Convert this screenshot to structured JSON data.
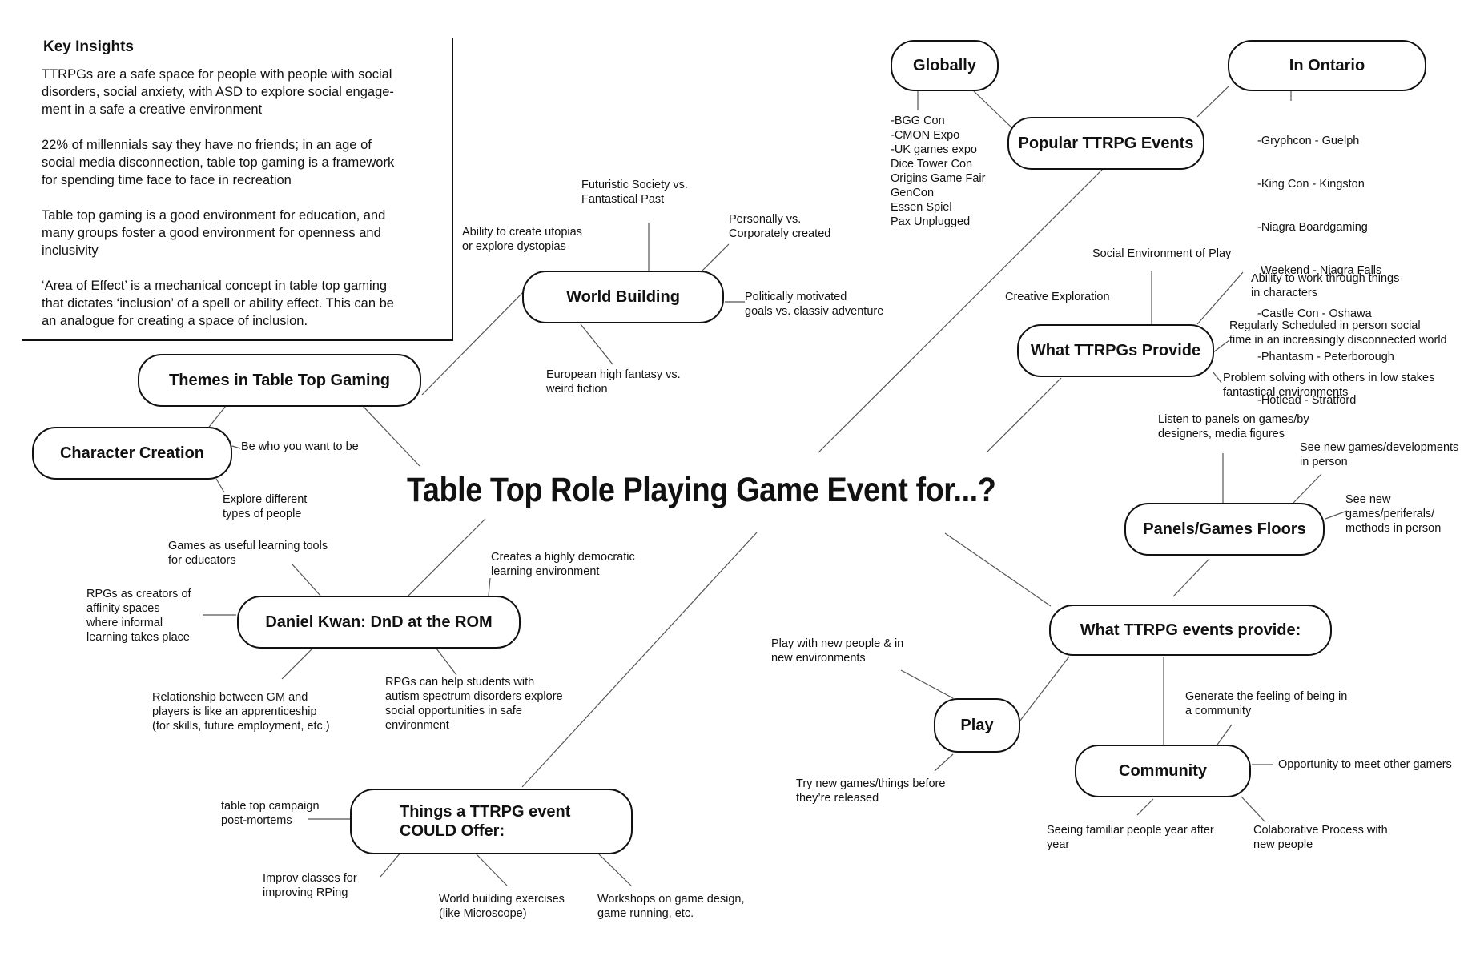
{
  "key_insights": {
    "heading": "Key Insights",
    "paragraphs": [
      [
        "TTRPGs are a safe space for people with people with social",
        "disorders, social anxiety, with ASD to explore social engage-",
        "ment in a safe a creative environment"
      ],
      [
        "22% of millennials say they have no friends; in an age of",
        "social media disconnection, table top gaming is a framework",
        "for spending time face to face in recreation"
      ],
      [
        "Table top gaming is a good environment for education, and",
        "many groups foster a good environment for openness and",
        "inclusivity"
      ],
      [
        "‘Area of Effect’ is a mechanical concept in table top gaming",
        "that dictates ‘inclusion’ of a spell or ability effect. This can be",
        "an analogue for creating a space of inclusion."
      ]
    ]
  },
  "central_title": "Table Top Role Playing Game Event for...?",
  "nodes": {
    "themes": "Themes in Table Top Gaming",
    "character_creation": "Character Creation",
    "world_building": "World Building",
    "daniel_kwan": "Daniel Kwan: DnD at the ROM",
    "things_could_offer": [
      "Things a TTRPG event",
      "COULD Offer:"
    ],
    "popular_events": "Popular TTRPG Events",
    "globally": "Globally",
    "in_ontario": "In Ontario",
    "what_ttrpgs_provide": "What TTRPGs Provide",
    "panels_floors": "Panels/Games Floors",
    "what_events_provide": "What TTRPG events provide:",
    "play": "Play",
    "community": "Community"
  },
  "labels": {
    "futuristic": [
      "Futuristic Society vs.",
      "Fantastical Past"
    ],
    "utopias": [
      "Ability to create utopias",
      "or explore dystopias"
    ],
    "personally": [
      "Personally vs.",
      "Corporately created"
    ],
    "politically": [
      "Politically motivated",
      "goals vs. classiv adventure"
    ],
    "european": [
      "European high fantasy vs.",
      "weird fiction"
    ],
    "be_who": [
      "Be who you want to be"
    ],
    "explore_people": [
      "Explore different",
      "types of people"
    ],
    "learning_tools": [
      "Games as useful learning tools",
      "for educators"
    ],
    "democratic": [
      "Creates a highly democratic",
      "learning environment"
    ],
    "affinity": [
      "RPGs as creators of",
      "affinity spaces",
      "where informal",
      "learning takes place"
    ],
    "gm_players": [
      "Relationship between GM and",
      "players is like an apprenticeship",
      "(for skills, future employment, etc.)"
    ],
    "autism": [
      "RPGs can help students with",
      "autism spectrum disorders explore",
      "social opportunities in safe",
      "environment"
    ],
    "post_mortems": [
      "table top campaign",
      "post-mortems"
    ],
    "improv": [
      "Improv classes for",
      "improving RPing"
    ],
    "world_exercises": [
      "World building exercises",
      "(like Microscope)"
    ],
    "workshops": [
      "Workshops on game design,",
      "game running, etc."
    ],
    "global_events": [
      "-BGG Con",
      "-CMON Expo",
      "-UK games expo",
      "Dice Tower Con",
      "Origins Game Fair",
      "GenCon",
      "Essen Spiel",
      "Pax Unplugged"
    ],
    "ontario_events": [
      "-Gryphcon - Guelph",
      "-King Con - Kingston",
      "-Niagra Boardgaming",
      " Weekend - Niagra Falls",
      "-Castle Con - Oshawa",
      "-Phantasm - Peterborough",
      "-Hotlead - Stratford"
    ],
    "social_env": [
      "Social Environment of Play"
    ],
    "creative_exploration": [
      "Creative Exploration"
    ],
    "work_through": [
      "Ability to work through things",
      "in characters"
    ],
    "regularly": [
      "Regularly Scheduled in person social",
      "time in an increasingly disconnected world"
    ],
    "problem_solving": [
      "Problem solving with others in low stakes",
      "fantastical environments"
    ],
    "panels": [
      "Listen to panels on games/by",
      "designers, media figures"
    ],
    "see_new_dev": [
      "See new games/developments",
      "in person"
    ],
    "see_new_methods": [
      "See new",
      "games/periferals/",
      "methods in person"
    ],
    "play_new_people": [
      "Play with new people & in",
      "new environments"
    ],
    "try_new": [
      "Try new games/things before",
      "they’re released"
    ],
    "feeling_community": [
      "Generate the feeling of being in",
      "a community"
    ],
    "meet_gamers": [
      "Opportunity to meet other gamers"
    ],
    "familiar_people": [
      "Seeing familiar people year after",
      "year"
    ],
    "colaborative": [
      "Colaborative Process with",
      "new people"
    ]
  }
}
